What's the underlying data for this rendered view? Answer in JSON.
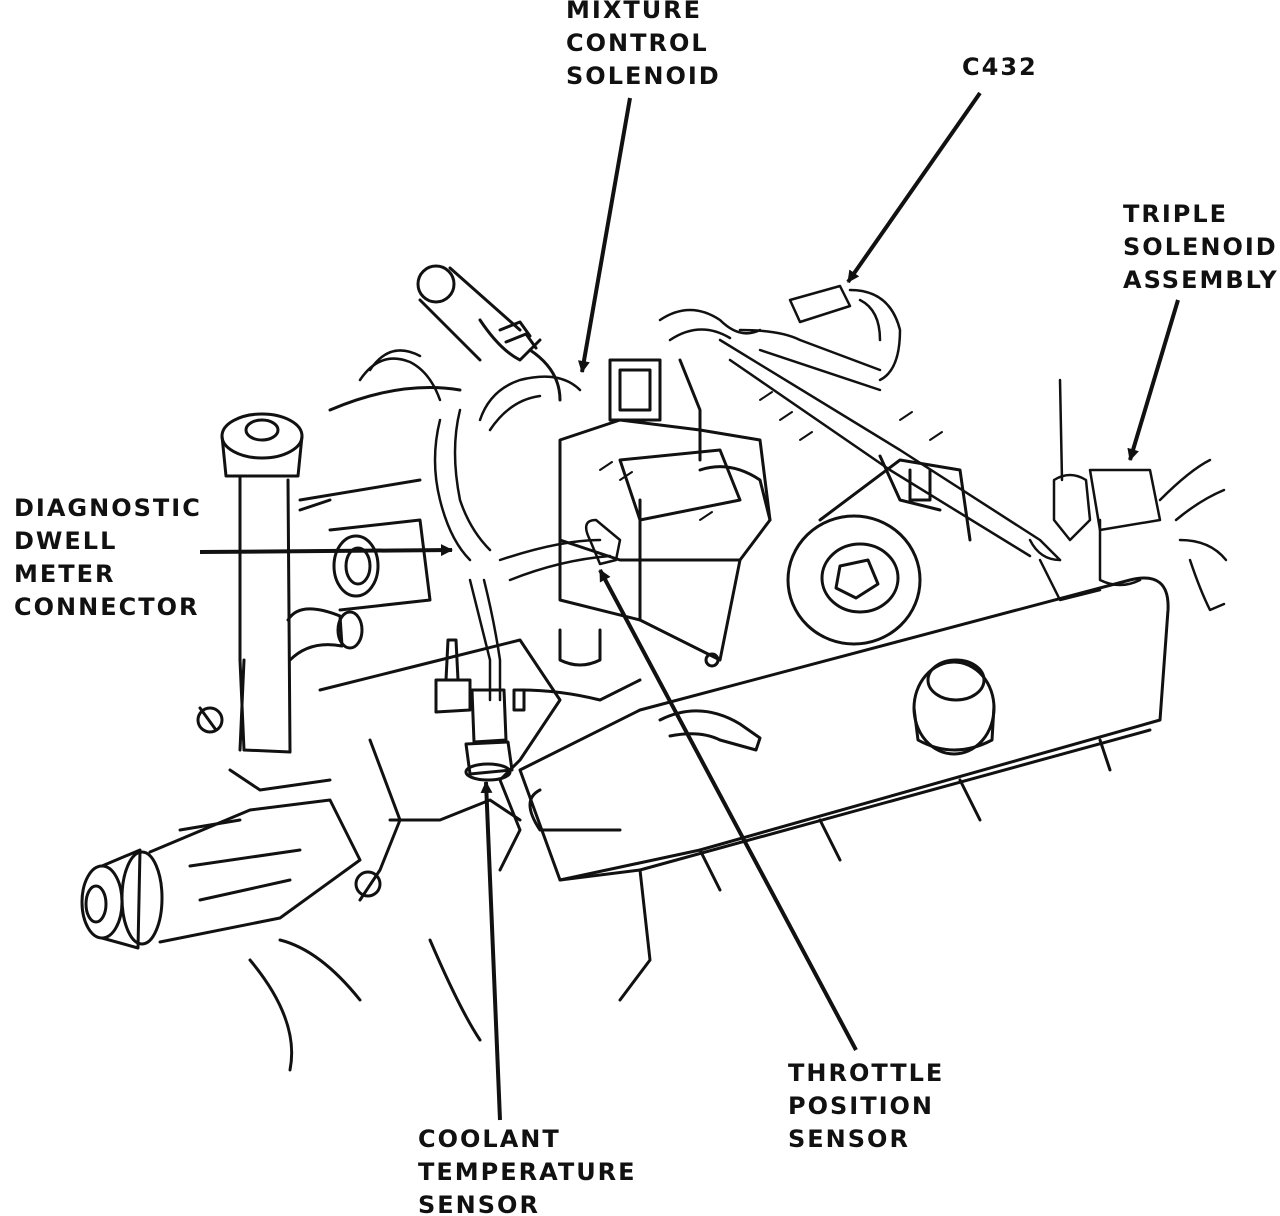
{
  "labels": {
    "mixture_control_solenoid": [
      "MIXTURE",
      "CONTROL",
      "SOLENOID"
    ],
    "c432": [
      "C432"
    ],
    "triple_solenoid_assembly": [
      "TRIPLE",
      "SOLENOID",
      "ASSEMBLY"
    ],
    "diagnostic_dwell_meter_connector": [
      "DIAGNOSTIC",
      "DWELL",
      "METER",
      "CONNECTOR"
    ],
    "throttle_position_sensor": [
      "THROTTLE",
      "POSITION",
      "SENSOR"
    ],
    "coolant_temperature_sensor": [
      "COOLANT",
      "TEMPERATURE",
      "SENSOR"
    ]
  },
  "colors": {
    "ink": "#111111",
    "paper": "#ffffff"
  }
}
